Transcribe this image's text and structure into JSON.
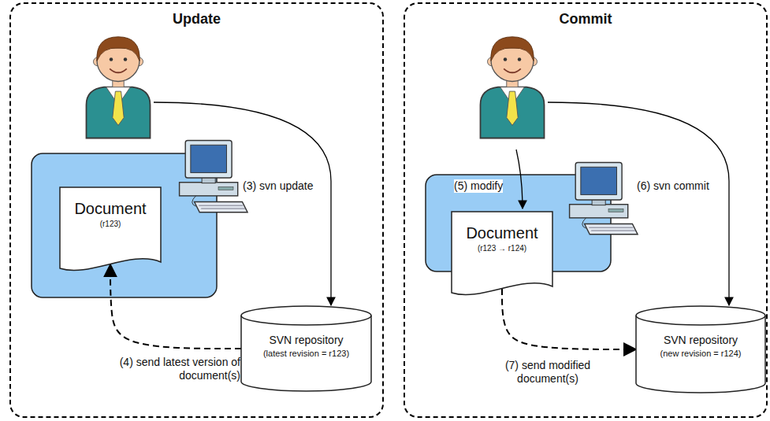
{
  "diagram": {
    "nodes": [
      {
        "text": [
          "Update"
        ]
      },
      {
        "text": [
          "Document",
          "(r123)"
        ],
        "in": 0
      },
      {
        "text": [
          "SVN repository",
          "(latest revision = r123)"
        ],
        "in": 0
      },
      {
        "text": [
          "Commit"
        ]
      },
      {
        "text": [
          "Document",
          "(r123 → r124)"
        ],
        "in": 3
      },
      {
        "text": [
          "SVN repository",
          "(new revision = r124)"
        ],
        "in": 3
      }
    ],
    "edges": [
      {
        "from": 2,
        "to": 1,
        "arrow": "to",
        "label": "(4) send latest version of document(s)"
      },
      {
        "from": 4,
        "to": 5,
        "arrow": "to",
        "label": "(7) send modified document(s)"
      }
    ],
    "labels": [
      "(3) svn update",
      "(5) modify",
      "(6) svn commit"
    ]
  }
}
